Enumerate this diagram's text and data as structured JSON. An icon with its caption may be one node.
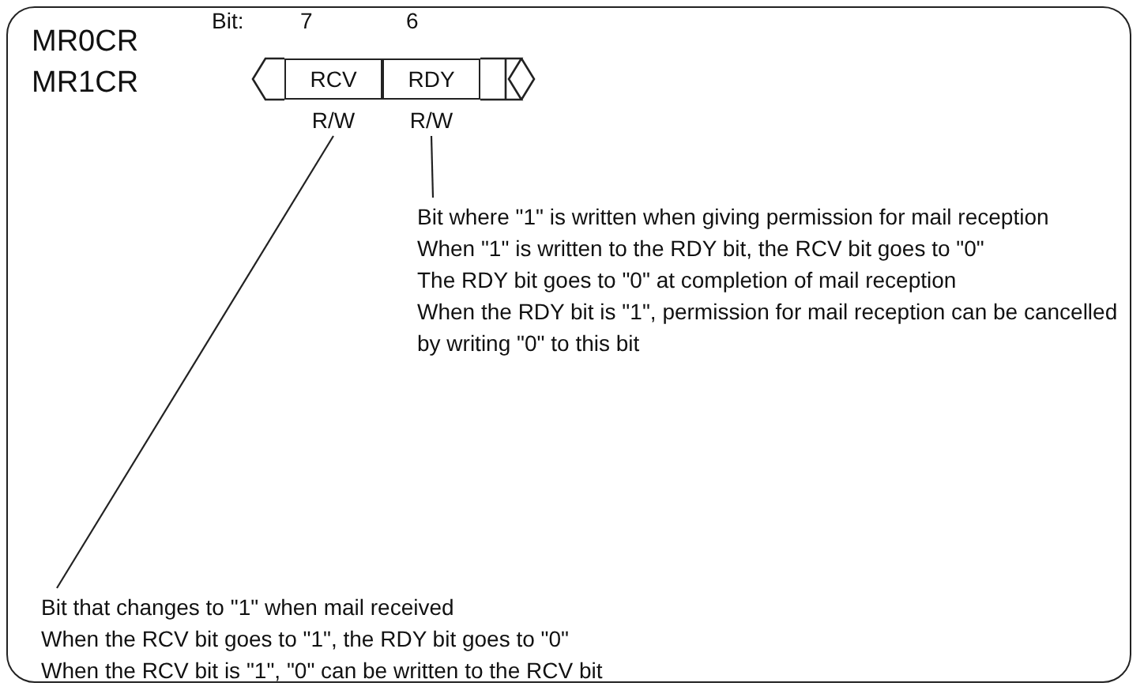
{
  "diagram": {
    "nodes": [
      {
        "text": [
          "RCV"
        ],
        "beside": [
          "R/W"
        ]
      },
      {
        "text": [
          "RDY"
        ],
        "beside": [
          "R/W"
        ]
      },
      {
        "text": [
          "Bit where \"1\" is written when giving permission for mail reception",
          "When \"1\" is written to the RDY bit, the RCV bit goes to \"0\"",
          "The RDY bit goes to \"0\" at completion of mail reception",
          "When the RDY bit is \"1\", permission for mail reception can be cancelled by writing \"0\" to this bit"
        ]
      },
      {
        "text": [
          "Bit that changes to \"1\" when mail received",
          "When the RCV bit goes to \"1\", the RDY bit goes to \"0\"",
          "When the RCV bit is \"1\", \"0\" can be written to the RCV bit"
        ]
      }
    ],
    "edges": [
      {
        "from": 2,
        "to": 1,
        "arrow": "none"
      },
      {
        "from": 3,
        "to": 0,
        "arrow": "none"
      }
    ],
    "labels": [
      "MR0CR",
      "MR1CR",
      "Bit:",
      "7",
      "6"
    ]
  }
}
